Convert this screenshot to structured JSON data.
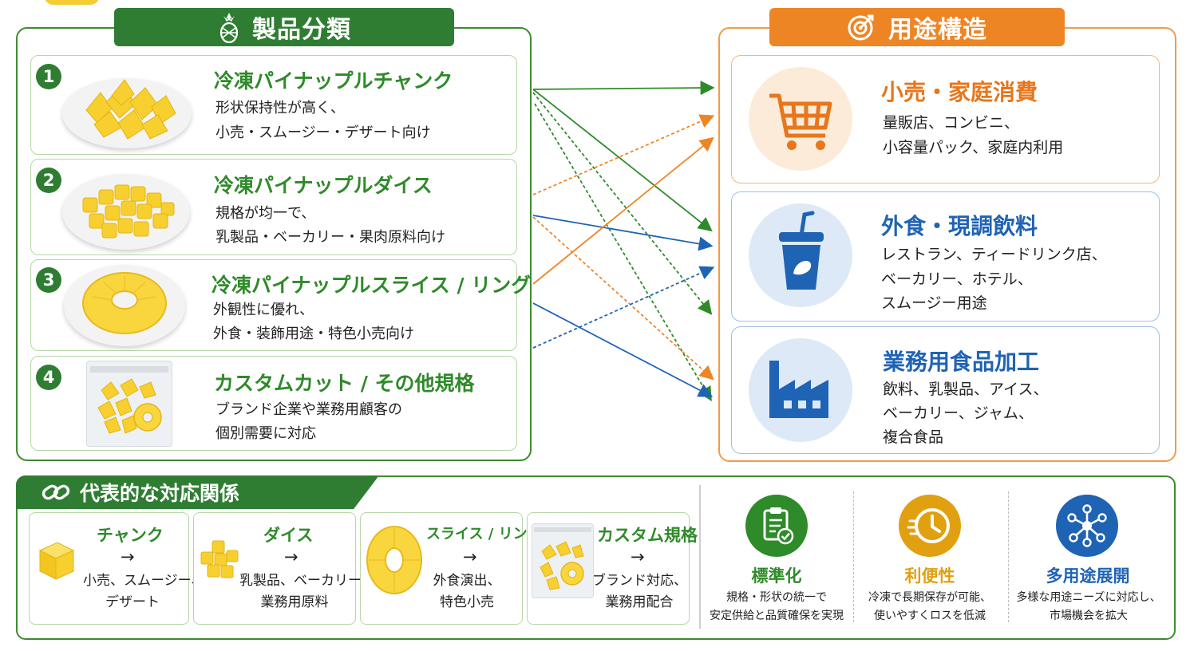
{
  "products": {
    "title": "製品分類",
    "items": [
      {
        "num": "1",
        "title": "冷凍パイナップルチャンク",
        "desc1": "形状保持性が高く、",
        "desc2": "小売・スムージー・デザート向け"
      },
      {
        "num": "2",
        "title": "冷凍パイナップルダイス",
        "desc1": "規格が均一で、",
        "desc2": "乳製品・ベーカリー・果肉原料向け"
      },
      {
        "num": "3",
        "title": "冷凍パイナップルスライス / リング",
        "desc1": "外観性に優れ、",
        "desc2": "外食・装飾用途・特色小売向け"
      },
      {
        "num": "4",
        "title": "カスタムカット / その他規格",
        "desc1": "ブランド企業や業務用顧客の",
        "desc2": "個別需要に対応"
      }
    ]
  },
  "usage": {
    "title": "用途構造",
    "items": [
      {
        "title": "小売・家庭消費",
        "lines": [
          "量販店、コンビニ、",
          "小容量パック、家庭内利用"
        ],
        "color": "#e8761c",
        "border": "#f3b57a",
        "circle": "#fdebd9"
      },
      {
        "title": "外食・現調飲料",
        "lines": [
          "レストラン、ティードリンク店、",
          "ベーカリー、ホテル、",
          "スムージー用途"
        ],
        "color": "#1f63b4",
        "border": "#9dc0e6",
        "circle": "#dde9f7"
      },
      {
        "title": "業務用食品加工",
        "lines": [
          "飲料、乳製品、アイス、",
          "ベーカリー、ジャム、",
          "複合食品"
        ],
        "color": "#1f63b4",
        "border": "#9dc0e6",
        "circle": "#dde9f7"
      }
    ]
  },
  "mapping": {
    "title": "代表的な対応関係",
    "items": [
      {
        "title": "チャンク",
        "arrow": "→",
        "desc1": "小売、スムージー、",
        "desc2": "デザート"
      },
      {
        "title": "ダイス",
        "arrow": "→",
        "desc1": "乳製品、ベーカリー、",
        "desc2": "業務用原料"
      },
      {
        "title": "スライス / リング",
        "arrow": "→",
        "desc1": "外食演出、",
        "desc2": "特色小売"
      },
      {
        "title": "カスタム規格",
        "arrow": "→",
        "desc1": "ブランド対応、",
        "desc2": "業務用配合"
      }
    ]
  },
  "features": [
    {
      "title": "標準化",
      "desc1": "規格・形状の統一で",
      "desc2": "安定供給と品質確保を実現",
      "color": "#2f8a2a",
      "icon": "clipboard-check-icon"
    },
    {
      "title": "利便性",
      "desc1": "冷凍で長期保存が可能、",
      "desc2": "使いやすくロスを低減",
      "color": "#e0a010",
      "icon": "clock-icon"
    },
    {
      "title": "多用途展開",
      "desc1": "多様な用途ニーズに対応し、",
      "desc2": "市場機会を拡大",
      "color": "#1f63b4",
      "icon": "network-icon"
    }
  ],
  "colors": {
    "green": "#2f7d32",
    "orange": "#ee8525",
    "blue": "#1f63b4",
    "pineapple": "#f7cf2f"
  }
}
